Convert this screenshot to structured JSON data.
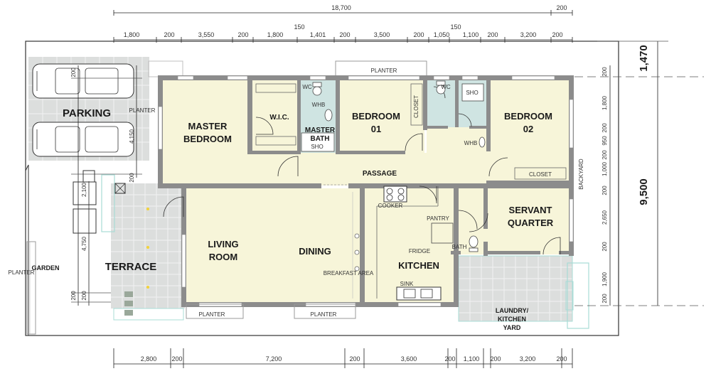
{
  "dimensions": {
    "top_total": "18,700",
    "top_total_end": "200",
    "top_mid_a": "150",
    "top_mid_b": "150",
    "top": [
      "1,800",
      "200",
      "3,550",
      "200",
      "1,800",
      "1,401",
      "200",
      "3,500",
      "200",
      "1,050",
      "1,100",
      "200",
      "3,200",
      "200"
    ],
    "bottom": [
      "2,800",
      "200",
      "7,200",
      "200",
      "3,600",
      "200",
      "1,100",
      "200",
      "3,200",
      "200"
    ],
    "right_outer": [
      "1,470",
      "9,500"
    ],
    "right": [
      "200",
      "1,800",
      "200",
      "950",
      "200",
      "1,000",
      "200",
      "2,650",
      "200",
      "1,900",
      "200"
    ],
    "left": [
      "200",
      "4,150",
      "200",
      "2,100",
      "4,750",
      "200",
      "200"
    ]
  },
  "rooms": {
    "parking": "PARKING",
    "planter_top": "PLANTER",
    "planter_left": "PLANTER",
    "planter_right": "PLANTER",
    "planter_bottom_1": "PLANTER",
    "planter_bottom_2": "PLANTER",
    "garden": "GARDEN",
    "master_bedroom_1": "MASTER",
    "master_bedroom_2": "BEDROOM",
    "wic": "W.I.C.",
    "wc_1": "WC",
    "whb_1": "WHB",
    "master_bath_1": "MASTER",
    "master_bath_2": "BATH",
    "sho_1": "SHO",
    "bedroom01_1": "BEDROOM",
    "bedroom01_2": "01",
    "closet_v": "CLOSET",
    "wc_2": "WC",
    "sho_2": "SHO",
    "whb_2": "WHB",
    "bedroom02_1": "BEDROOM",
    "bedroom02_2": "02",
    "closet_h": "CLOSET",
    "passage": "PASSAGE",
    "backyard": "BACKYARD",
    "cooker": "COOKER",
    "pantry": "PANTRY",
    "fridge": "FRIDGE",
    "bath": "BATH",
    "servant_1": "SERVANT",
    "servant_2": "QUARTER",
    "living_1": "LIVING",
    "living_2": "ROOM",
    "dining": "DINING",
    "breakfast": "BREAKFAST AREA",
    "kitchen": "KITCHEN",
    "sink": "SINK",
    "terrace": "TERRACE",
    "laundry_1": "LAUNDRY/",
    "laundry_2": "KITCHEN",
    "laundry_3": "YARD"
  },
  "colors": {
    "room_fill": "#f7f5d9",
    "wet_fill": "#cfe4e2",
    "paving_fill": "#dcdedd",
    "wall": "#8c8c8c",
    "planter_outline": "#a8dcd6"
  }
}
